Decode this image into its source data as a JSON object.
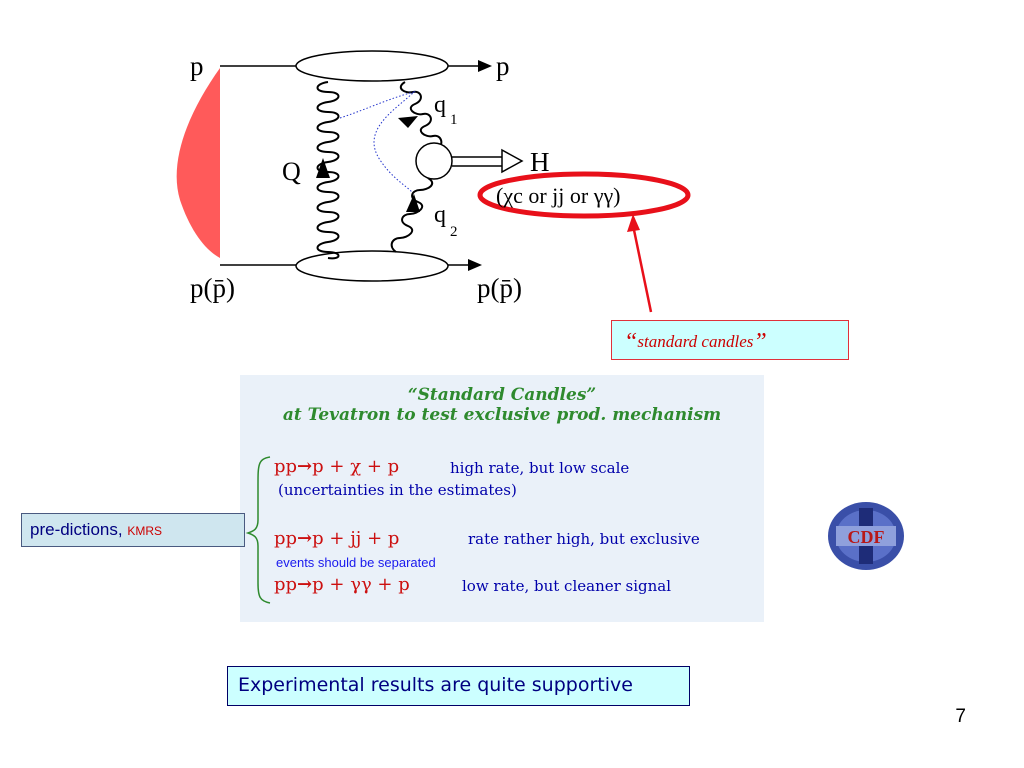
{
  "diagram": {
    "proton_top_left": "p",
    "proton_top_right": "p",
    "proton_bot_left": "p(p̄)",
    "proton_bot_right": "p(p̄)",
    "gluon_Q": "Q",
    "gluon_q1": "q",
    "gluon_q1_sub": "1",
    "gluon_q2": "q",
    "gluon_q2_sub": "2",
    "higgs": "H",
    "alt_states": "(χc or jj or γγ)"
  },
  "standard_candles_label": "standard candles",
  "panel": {
    "title_line1": "“Standard Candles”",
    "title_line2": "at Tevatron to test exclusive  prod. mechanism",
    "rows": [
      {
        "process_a": "pp",
        "arrow": "→",
        "process_b": "p + χ + p",
        "note": "high rate, but  low scale"
      },
      {
        "process_a": "pp",
        "arrow": "→",
        "process_b": "p + jj + p",
        "note": "rate rather high, but exclusive"
      },
      {
        "process_a": "pp",
        "arrow": "→",
        "process_b": "p + γγ + p",
        "note": "low rate, but cleaner signal"
      }
    ],
    "uncertainty_note": "(uncertainties in the  estimates)",
    "events_note": "events should be separated"
  },
  "predictions": {
    "label": "pre-dictions, ",
    "tag": "KMRS"
  },
  "experimental_note": "Experimental results are quite supportive",
  "page_number": "7",
  "colors": {
    "accent_red": "#e8101a",
    "proton_fill": "#ff5a5a",
    "title_green": "#2e8a2e",
    "note_blue": "#0000aa"
  }
}
